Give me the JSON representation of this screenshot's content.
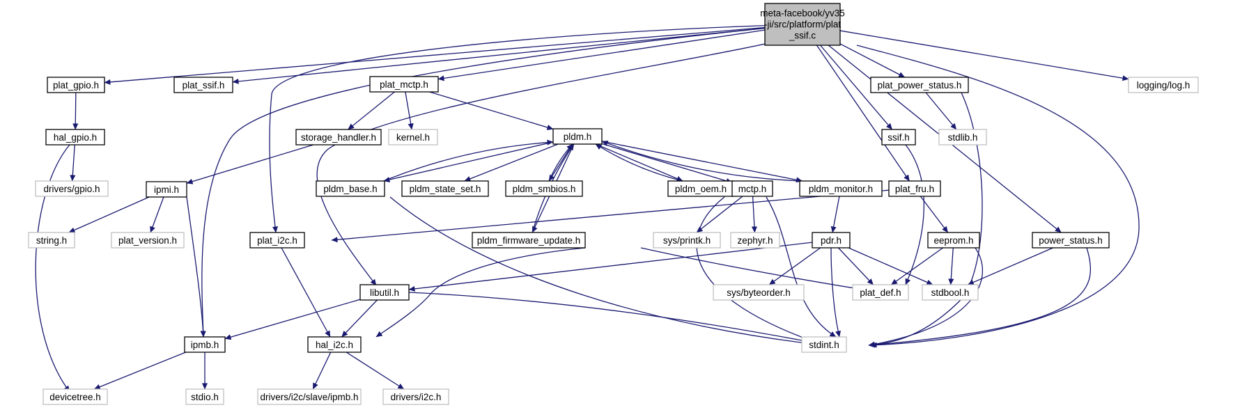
{
  "graph": {
    "root": {
      "id": "root",
      "lines": [
        "meta-facebook/yv35",
        "-ji/src/platform/plat",
        "_ssif.c"
      ],
      "style": "root"
    },
    "nodes": [
      {
        "id": "plat_gpio",
        "label": "plat_gpio.h",
        "style": "doc"
      },
      {
        "id": "plat_ssif",
        "label": "plat_ssif.h",
        "style": "doc"
      },
      {
        "id": "plat_mctp",
        "label": "plat_mctp.h",
        "style": "doc"
      },
      {
        "id": "plat_power_status",
        "label": "plat_power_status.h",
        "style": "doc"
      },
      {
        "id": "logging_log",
        "label": "logging/log.h",
        "style": "external"
      },
      {
        "id": "hal_gpio",
        "label": "hal_gpio.h",
        "style": "doc"
      },
      {
        "id": "storage_handler",
        "label": "storage_handler.h",
        "style": "doc"
      },
      {
        "id": "kernel",
        "label": "kernel.h",
        "style": "external"
      },
      {
        "id": "pldm",
        "label": "pldm.h",
        "style": "doc"
      },
      {
        "id": "ssif",
        "label": "ssif.h",
        "style": "doc"
      },
      {
        "id": "stdlib",
        "label": "stdlib.h",
        "style": "external"
      },
      {
        "id": "drivers_gpio",
        "label": "drivers/gpio.h",
        "style": "external"
      },
      {
        "id": "ipmi",
        "label": "ipmi.h",
        "style": "doc"
      },
      {
        "id": "pldm_base",
        "label": "pldm_base.h",
        "style": "doc"
      },
      {
        "id": "pldm_state_set",
        "label": "pldm_state_set.h",
        "style": "doc"
      },
      {
        "id": "pldm_smbios",
        "label": "pldm_smbios.h",
        "style": "doc"
      },
      {
        "id": "pldm_oem",
        "label": "pldm_oem.h",
        "style": "doc"
      },
      {
        "id": "mctp",
        "label": "mctp.h",
        "style": "doc"
      },
      {
        "id": "pldm_monitor",
        "label": "pldm_monitor.h",
        "style": "doc"
      },
      {
        "id": "plat_fru",
        "label": "plat_fru.h",
        "style": "doc"
      },
      {
        "id": "string",
        "label": "string.h",
        "style": "external"
      },
      {
        "id": "plat_version",
        "label": "plat_version.h",
        "style": "external"
      },
      {
        "id": "plat_i2c",
        "label": "plat_i2c.h",
        "style": "doc"
      },
      {
        "id": "pldm_firmware_update",
        "label": "pldm_firmware_update.h",
        "style": "doc"
      },
      {
        "id": "sys_printk",
        "label": "sys/printk.h",
        "style": "external"
      },
      {
        "id": "zephyr",
        "label": "zephyr.h",
        "style": "external"
      },
      {
        "id": "pdr",
        "label": "pdr.h",
        "style": "doc"
      },
      {
        "id": "eeprom",
        "label": "eeprom.h",
        "style": "doc"
      },
      {
        "id": "power_status",
        "label": "power_status.h",
        "style": "doc"
      },
      {
        "id": "libutil",
        "label": "libutil.h",
        "style": "doc"
      },
      {
        "id": "sys_byteorder",
        "label": "sys/byteorder.h",
        "style": "external"
      },
      {
        "id": "plat_def",
        "label": "plat_def.h",
        "style": "external"
      },
      {
        "id": "stdbool",
        "label": "stdbool.h",
        "style": "external"
      },
      {
        "id": "ipmb",
        "label": "ipmb.h",
        "style": "doc"
      },
      {
        "id": "hal_i2c",
        "label": "hal_i2c.h",
        "style": "doc"
      },
      {
        "id": "stdint",
        "label": "stdint.h",
        "style": "external"
      },
      {
        "id": "devicetree",
        "label": "devicetree.h",
        "style": "external"
      },
      {
        "id": "stdio",
        "label": "stdio.h",
        "style": "external"
      },
      {
        "id": "drivers_i2c_slave_ipmb",
        "label": "drivers/i2c/slave/ipmb.h",
        "style": "external"
      },
      {
        "id": "drivers_i2c",
        "label": "drivers/i2c.h",
        "style": "external"
      }
    ],
    "edges": [
      [
        "root",
        "plat_gpio"
      ],
      [
        "root",
        "plat_ssif"
      ],
      [
        "root",
        "plat_mctp"
      ],
      [
        "root",
        "plat_power_status"
      ],
      [
        "root",
        "logging_log"
      ],
      [
        "root",
        "ssif"
      ],
      [
        "root",
        "plat_fru"
      ],
      [
        "root",
        "power_status"
      ],
      [
        "root",
        "plat_i2c"
      ],
      [
        "root",
        "ipmb"
      ],
      [
        "root",
        "libutil"
      ],
      [
        "root",
        "stdint"
      ],
      [
        "plat_gpio",
        "hal_gpio"
      ],
      [
        "hal_gpio",
        "drivers_gpio"
      ],
      [
        "hal_gpio",
        "devicetree"
      ],
      [
        "plat_mctp",
        "storage_handler"
      ],
      [
        "plat_mctp",
        "kernel"
      ],
      [
        "plat_mctp",
        "pldm"
      ],
      [
        "storage_handler",
        "ipmi"
      ],
      [
        "ipmi",
        "string"
      ],
      [
        "ipmi",
        "plat_version"
      ],
      [
        "ipmi",
        "ipmb"
      ],
      [
        "pldm",
        "pldm_base"
      ],
      [
        "pldm",
        "pldm_state_set"
      ],
      [
        "pldm",
        "pldm_smbios"
      ],
      [
        "pldm",
        "pldm_oem"
      ],
      [
        "pldm",
        "mctp"
      ],
      [
        "pldm",
        "pldm_monitor"
      ],
      [
        "pldm",
        "pldm_firmware_update"
      ],
      [
        "pldm_base",
        "pldm"
      ],
      [
        "pldm_smbios",
        "pldm"
      ],
      [
        "pldm_oem",
        "pldm"
      ],
      [
        "pldm_monitor",
        "pldm"
      ],
      [
        "pldm_firmware_update",
        "pldm"
      ],
      [
        "pldm_base",
        "stdint"
      ],
      [
        "pldm_oem",
        "stdint"
      ],
      [
        "mctp",
        "sys_printk"
      ],
      [
        "mctp",
        "zephyr"
      ],
      [
        "mctp",
        "stdint"
      ],
      [
        "pldm_monitor",
        "pdr"
      ],
      [
        "pldm_firmware_update",
        "hal_i2c"
      ],
      [
        "pldm_firmware_update",
        "plat_def"
      ],
      [
        "plat_power_status",
        "stdlib"
      ],
      [
        "plat_power_status",
        "stdint"
      ],
      [
        "ssif",
        "plat_def"
      ],
      [
        "plat_fru",
        "plat_i2c"
      ],
      [
        "plat_fru",
        "eeprom"
      ],
      [
        "plat_i2c",
        "hal_i2c"
      ],
      [
        "pdr",
        "libutil"
      ],
      [
        "pdr",
        "sys_byteorder"
      ],
      [
        "pdr",
        "plat_def"
      ],
      [
        "pdr",
        "stdbool"
      ],
      [
        "pdr",
        "stdint"
      ],
      [
        "eeprom",
        "plat_def"
      ],
      [
        "eeprom",
        "stdbool"
      ],
      [
        "eeprom",
        "stdint"
      ],
      [
        "power_status",
        "stdbool"
      ],
      [
        "power_status",
        "stdint"
      ],
      [
        "libutil",
        "ipmb"
      ],
      [
        "libutil",
        "hal_i2c"
      ],
      [
        "libutil",
        "stdint"
      ],
      [
        "ipmb",
        "devicetree"
      ],
      [
        "ipmb",
        "stdio"
      ],
      [
        "hal_i2c",
        "drivers_i2c_slave_ipmb"
      ],
      [
        "hal_i2c",
        "drivers_i2c"
      ]
    ]
  }
}
